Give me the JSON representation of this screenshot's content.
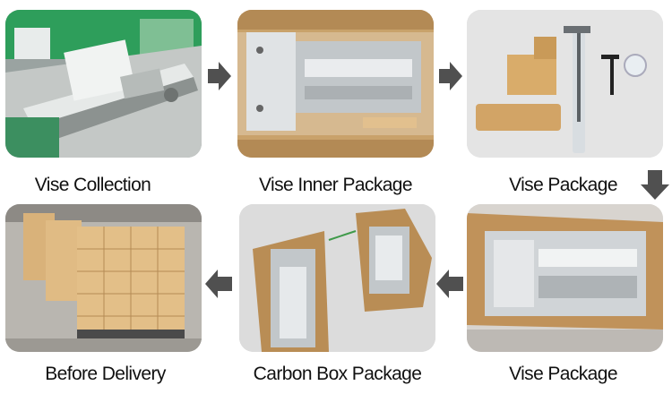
{
  "steps": [
    {
      "caption": "Vise Collection"
    },
    {
      "caption": "Vise Inner Package"
    },
    {
      "caption": "Vise Package"
    },
    {
      "caption": "Vise Package"
    },
    {
      "caption": "Carbon Box Package"
    },
    {
      "caption": "Before Delivery"
    }
  ],
  "colors": {
    "arrow": "#505050",
    "caption_text": "#111111",
    "cardboard": "#c9a26b",
    "machine_green": "#2e9e5b"
  }
}
